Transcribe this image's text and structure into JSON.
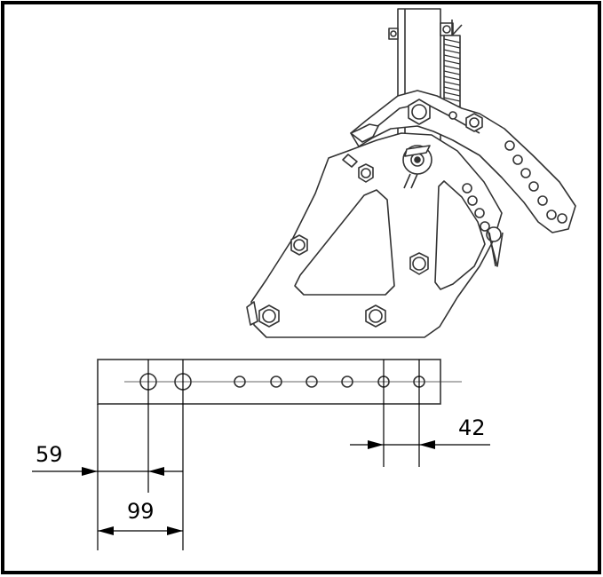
{
  "dimensions": {
    "offset_first_hole": "59",
    "hole_spacing_large": "99",
    "hole_spacing_end": "42"
  },
  "colors": {
    "line": "#000000",
    "part_stroke": "#333333",
    "part_fill": "#ffffff",
    "shade": "#cfcfcf"
  }
}
